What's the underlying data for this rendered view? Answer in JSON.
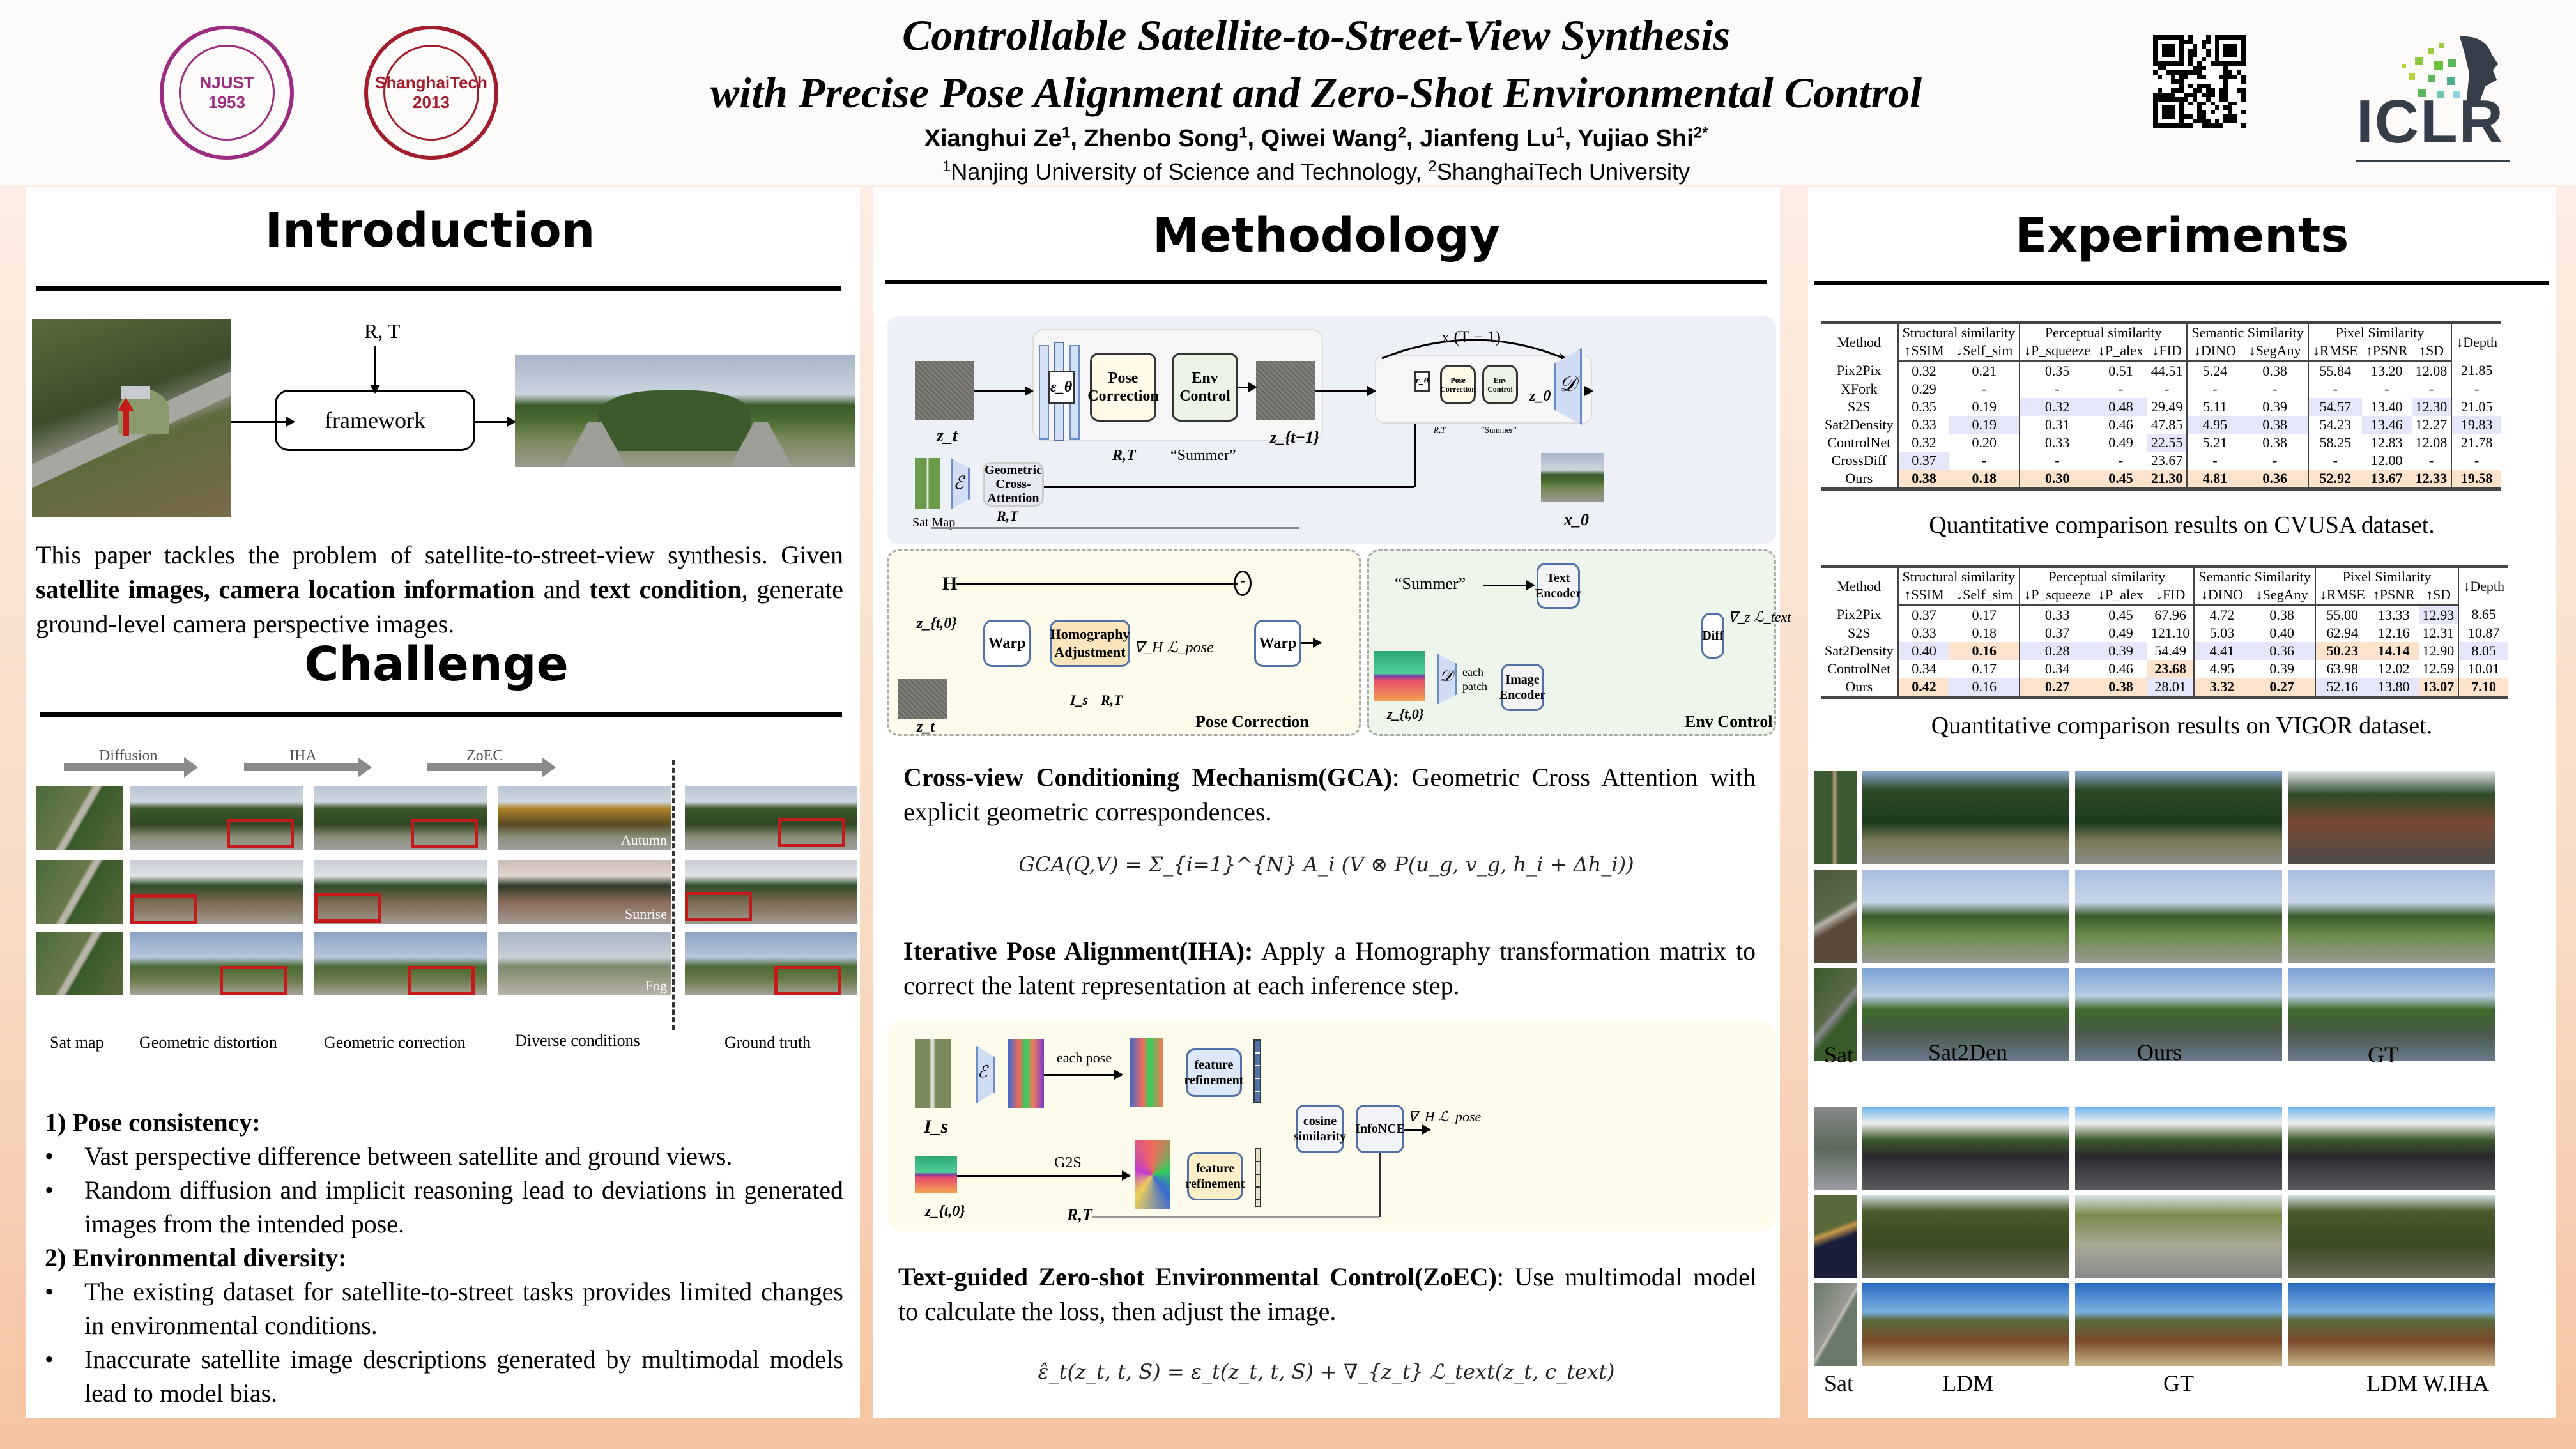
{
  "header": {
    "title_line1": "Controllable Satellite-to-Street-View Synthesis",
    "title_line2": "with Precise Pose Alignment and Zero-Shot Environmental Control",
    "authors": [
      {
        "name": "Xianghui Ze",
        "aff": "1"
      },
      {
        "name": "Zhenbo Song",
        "aff": "1"
      },
      {
        "name": "Qiwei Wang",
        "aff": "2"
      },
      {
        "name": "Jianfeng Lu",
        "aff": "1"
      },
      {
        "name": "Yujiao Shi",
        "aff": "2*"
      }
    ],
    "affiliations": [
      {
        "num": "1",
        "name": "Nanjing University of Science and Technology,"
      },
      {
        "num": "2",
        "name": "ShanghaiTech University"
      }
    ],
    "logos": {
      "njust": "NJUST 1953",
      "shanghaitech": "ShanghaiTech 2013",
      "conference": "ICLR"
    },
    "colors": {
      "njust": "#9c2c7f",
      "shanghaitech": "#a11d2b",
      "iclr": "#363e4a"
    }
  },
  "introduction": {
    "title": "Introduction",
    "figure": {
      "rt_label": "R, T",
      "box_label": "framework"
    },
    "text_plain1": "This paper tackles the problem of satellite-to-street-view synthesis. Given ",
    "text_bold1": "satellite images, camera location information",
    "text_plain2": " and ",
    "text_bold2": "text condition",
    "text_plain3": ", generate ground-level camera perspective images."
  },
  "challenge": {
    "title": "Challenge",
    "stages": [
      "Diffusion",
      "IHA",
      "ZoEC"
    ],
    "conditions": [
      "Autumn",
      "Sunrise",
      "Fog"
    ],
    "column_labels": [
      "Sat map",
      "Geometric distortion",
      "Geometric correction",
      "Diverse conditions",
      "Ground truth"
    ],
    "pose_heading": "1) Pose consistency:",
    "pose_bullets": [
      "Vast perspective difference between satellite and ground views.",
      "Random diffusion and implicit reasoning lead to deviations in generated images from the intended pose."
    ],
    "env_heading": "2) Environmental diversity:",
    "env_bullets": [
      "The existing dataset for satellite-to-street tasks provides limited changes in environmental conditions.",
      "Inaccurate satellite image descriptions generated by multimodal models lead to model bias."
    ]
  },
  "methodology": {
    "title": "Methodology",
    "pipeline": {
      "zt": "z_t",
      "eps": "ε_θ",
      "pose": "Pose Correction",
      "env": "Env Control",
      "rt": "R,T",
      "summer": "“Summer”",
      "zt1": "z_{t−1}",
      "loop": "x (T − 1)",
      "z0": "z_0",
      "dec": "𝒟",
      "x0": "x_0",
      "enc": "ℰ",
      "sat": "Sat Map",
      "gca": "Geometric Cross-Attention",
      "gca_rt": "R,T"
    },
    "pose_correction": {
      "H": "H",
      "zt0": "z_{t,0}",
      "warp": "Warp",
      "homog": "Homography Adjustment",
      "grad": "∇_H ℒ_pose",
      "is": "I_s",
      "rt": "R,T",
      "zt": "z_t",
      "minus": "-",
      "label": "Pose  Correction"
    },
    "env_control": {
      "summer": "“Summer”",
      "text_enc": "Text Encoder",
      "diff": "Diff",
      "grad": "∇_z ℒ_text",
      "dec": "𝒟",
      "each_patch": "each patch",
      "img_enc": "Image Encoder",
      "zt0": "z_{t,0}",
      "label": "Env Control"
    },
    "gca_bold": "Cross-view Conditioning Mechanism(GCA)",
    "gca_text": ": Geometric Cross Attention with explicit geometric correspondences.",
    "gca_eq": "GCA(Q,V) = Σ_{i=1}^{N} A_i (V ⊗ P(u_g, v_g, h_i + Δh_i))",
    "iha_bold": "Iterative Pose Alignment(IHA):",
    "iha_text": " Apply a Homography transformation matrix to correct the latent representation at each inference step.",
    "iha_fig": {
      "is": "I_s",
      "enc": "ℰ",
      "each_pose": "each pose",
      "fr1": "feature refinement",
      "cos": "cosine similarity",
      "info": "InfoNCE",
      "grad": "∇_H ℒ_pose",
      "zt0": "z_{t,0}",
      "g2s": "G2S",
      "fr2": "feature refinement",
      "rt": "R,T"
    },
    "zoec_bold": "Text-guided Zero-shot Environmental Control(ZoEC)",
    "zoec_text": ": Use multimodal model to calculate the loss, then adjust the image.",
    "zoec_eq": "ε̂_t(z_t, t, S) = ε_t(z_t, t, S) + ∇_{z_t} ℒ_text(z_t, c_text)"
  },
  "experiments": {
    "title": "Experiments",
    "table_header": {
      "method": "Method",
      "groups": [
        "Structural similarity",
        "Perceptual similarity",
        "Semantic Similarity",
        "Pixel Similarity"
      ],
      "depth": "↓Depth",
      "cols": [
        "↑SSIM",
        "↓Self_sim",
        "↓P_squeeze",
        "↓P_alex",
        "↓FID",
        "↓DINO",
        "↓SegAny",
        "↓RMSE",
        "↑PSNR",
        "↑SD"
      ]
    },
    "cvusa": {
      "caption": "Quantitative comparison results on CVUSA dataset.",
      "rows": [
        {
          "method": "Pix2Pix",
          "values": [
            "0.32",
            "0.21",
            "0.35",
            "0.51",
            "44.51",
            "5.24",
            "0.38",
            "55.84",
            "13.20",
            "12.08",
            "21.85"
          ],
          "hl": [],
          "bold": []
        },
        {
          "method": "XFork",
          "values": [
            "0.29",
            "-",
            "-",
            "-",
            "-",
            "-",
            "-",
            "-",
            "-",
            "-",
            "-"
          ],
          "hl": [],
          "bold": []
        },
        {
          "method": "S2S",
          "values": [
            "0.35",
            "0.19",
            "0.32",
            "0.48",
            "29.49",
            "5.11",
            "0.39",
            "54.57",
            "13.40",
            "12.30",
            "21.05"
          ],
          "hl": [
            2,
            3,
            7,
            9
          ],
          "bold": []
        },
        {
          "method": "Sat2Density",
          "values": [
            "0.33",
            "0.19",
            "0.31",
            "0.46",
            "47.85",
            "4.95",
            "0.38",
            "54.23",
            "13.46",
            "12.27",
            "19.83"
          ],
          "hl": [
            1,
            5,
            6,
            8,
            10
          ],
          "bold": []
        },
        {
          "method": "ControlNet",
          "values": [
            "0.32",
            "0.20",
            "0.33",
            "0.49",
            "22.55",
            "5.21",
            "0.38",
            "58.25",
            "12.83",
            "12.08",
            "21.78"
          ],
          "hl": [
            4
          ],
          "bold": []
        },
        {
          "method": "CrossDiff",
          "values": [
            "0.37",
            "-",
            "-",
            "-",
            "23.67",
            "-",
            "-",
            "-",
            "12.00",
            "-",
            "-"
          ],
          "hl": [
            0
          ],
          "bold": []
        },
        {
          "method": "Ours",
          "values": [
            "0.38",
            "0.18",
            "0.30",
            "0.45",
            "21.30",
            "4.81",
            "0.36",
            "52.92",
            "13.67",
            "12.33",
            "19.58"
          ],
          "hl": [],
          "bold": [
            0,
            1,
            2,
            3,
            4,
            5,
            6,
            7,
            8,
            9,
            10
          ],
          "row_orange": true
        }
      ]
    },
    "vigor": {
      "caption": "Quantitative comparison results on VIGOR dataset.",
      "rows": [
        {
          "method": "Pix2Pix",
          "values": [
            "0.37",
            "0.17",
            "0.33",
            "0.45",
            "67.96",
            "4.72",
            "0.38",
            "55.00",
            "13.33",
            "12.93",
            "8.65"
          ],
          "hl": [
            9
          ],
          "orange": [],
          "bold": []
        },
        {
          "method": "S2S",
          "values": [
            "0.33",
            "0.18",
            "0.37",
            "0.49",
            "121.10",
            "5.03",
            "0.40",
            "62.94",
            "12.16",
            "12.31",
            "10.87"
          ],
          "hl": [],
          "orange": [],
          "bold": []
        },
        {
          "method": "Sat2Density",
          "values": [
            "0.40",
            "0.16",
            "0.28",
            "0.39",
            "54.49",
            "4.41",
            "0.36",
            "50.23",
            "14.14",
            "12.90",
            "8.05"
          ],
          "hl": [
            0,
            2,
            3,
            5,
            6,
            10
          ],
          "orange": [
            1,
            7,
            8
          ],
          "bold": [
            1,
            7,
            8
          ]
        },
        {
          "method": "ControlNet",
          "values": [
            "0.34",
            "0.17",
            "0.34",
            "0.46",
            "23.68",
            "4.95",
            "0.39",
            "63.98",
            "12.02",
            "12.59",
            "10.01"
          ],
          "hl": [],
          "orange": [
            4
          ],
          "bold": [
            4
          ]
        },
        {
          "method": "Ours",
          "values": [
            "0.42",
            "0.16",
            "0.27",
            "0.38",
            "28.01",
            "3.32",
            "0.27",
            "52.16",
            "13.80",
            "13.07",
            "7.10"
          ],
          "hl": [
            1,
            4,
            7,
            8
          ],
          "orange": [
            0,
            2,
            3,
            5,
            6,
            9,
            10
          ],
          "bold": [
            0,
            2,
            3,
            5,
            6,
            9,
            10
          ]
        }
      ]
    },
    "qual1_labels": [
      "Sat",
      "Sat2Den",
      "Ours",
      "GT"
    ],
    "qual2_labels": [
      "Sat",
      "LDM",
      "GT",
      "LDM W.IHA"
    ]
  }
}
